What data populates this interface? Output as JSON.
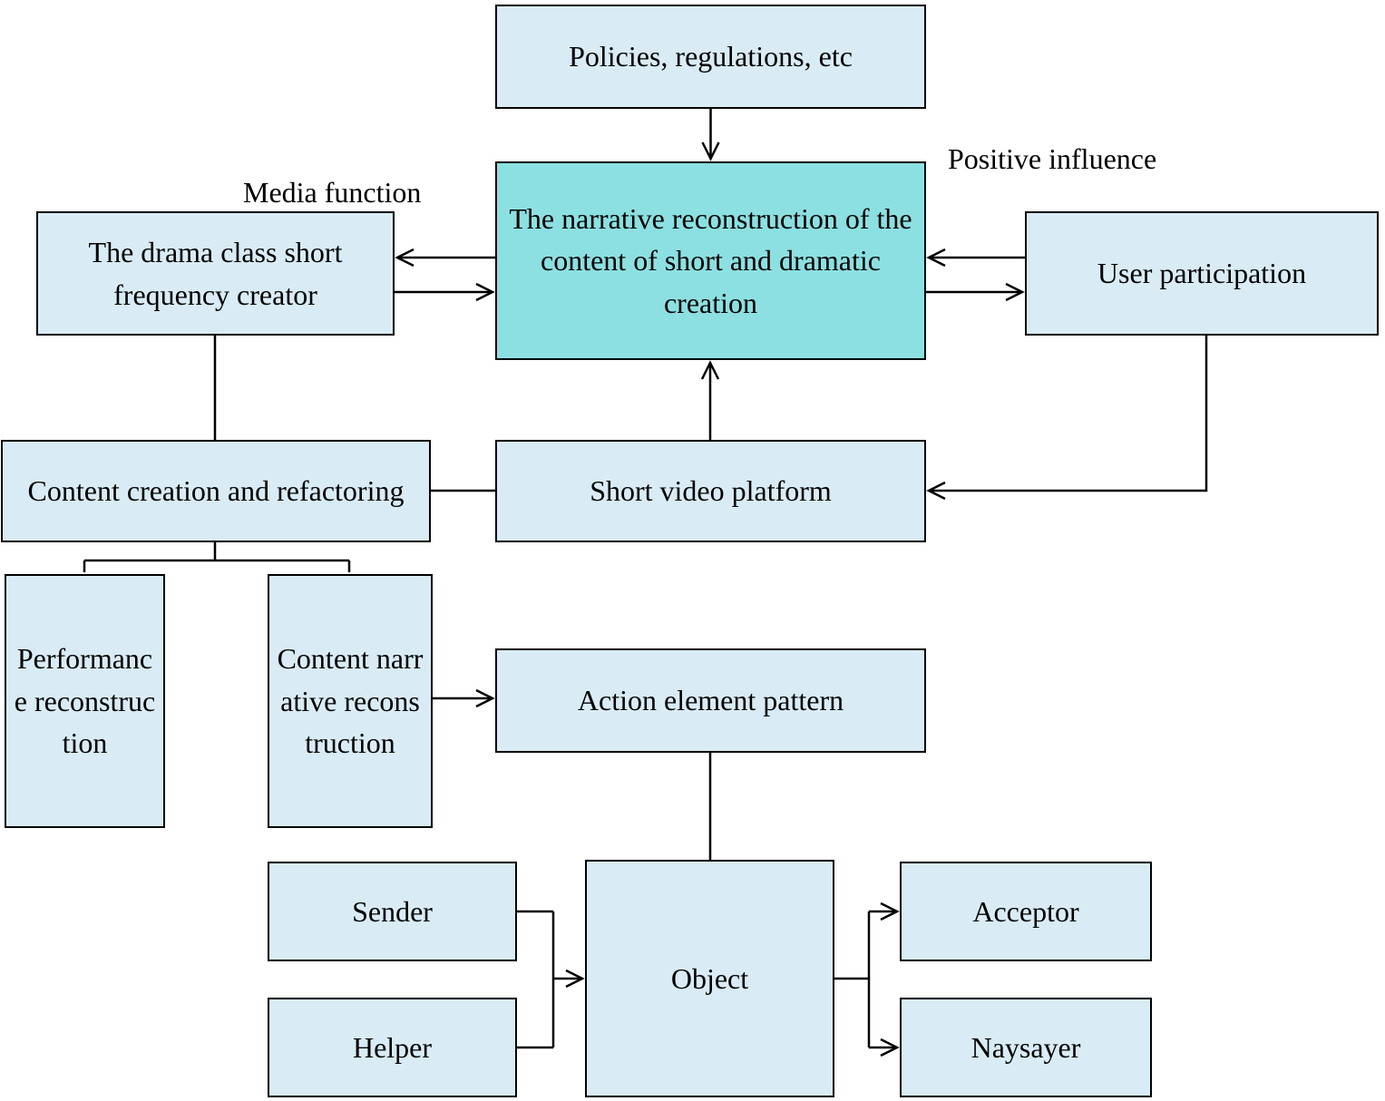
{
  "diagram": {
    "colors": {
      "box_fill": "#d9ecf5",
      "highlight_fill": "#8ce0e1",
      "border": "#000000",
      "text": "#000000"
    },
    "labels": {
      "media_function": "Media function",
      "positive_influence": "Positive influence"
    },
    "nodes": {
      "policies": "Policies, regulations, etc",
      "central": "The narrative reconstruction of the content of short and dramatic creation",
      "drama_creator": "The drama class short frequency creator",
      "user_participation": "User participation",
      "content_creation": "Content creation and refactoring",
      "short_video_platform": "Short video platform",
      "performance_reconstruction": "Performance reconstruction",
      "content_narrative_reconstruction": "Content narrative reconstruction",
      "action_element_pattern": "Action element pattern",
      "sender": "Sender",
      "helper": "Helper",
      "object": "Object",
      "acceptor": "Acceptor",
      "naysayer": "Naysayer"
    }
  }
}
